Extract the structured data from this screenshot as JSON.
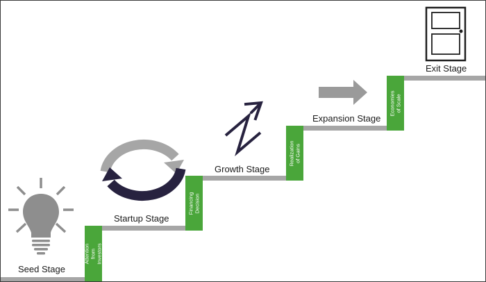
{
  "stages": [
    {
      "id": "seed",
      "label": "Seed Stage"
    },
    {
      "id": "startup",
      "label": "Startup Stage"
    },
    {
      "id": "growth",
      "label": "Growth Stage"
    },
    {
      "id": "expansion",
      "label": "Expansion Stage"
    },
    {
      "id": "exit",
      "label": "Exit Stage"
    }
  ],
  "transitions": [
    {
      "id": "attention",
      "label": "Attention from Investors"
    },
    {
      "id": "financing",
      "label": "Financing Decision"
    },
    {
      "id": "realization",
      "label": "Realization of Gains"
    },
    {
      "id": "economies",
      "label": "Economies of Scale"
    }
  ],
  "icons": {
    "seed": "lightbulb-icon",
    "startup": "cycle-arrows-icon",
    "growth": "zigzag-arrow-icon",
    "expansion": "right-arrow-icon",
    "exit": "door-icon"
  },
  "colors": {
    "step": "#a6a6a6",
    "transition": "#4aa63a",
    "bulb": "#8e8e8e",
    "cycle_light": "#a6a6a6",
    "cycle_dark": "#27223f",
    "zigzag": "#27223f",
    "expansion_arrow": "#9a9a9a",
    "door": "#1e1e1e",
    "text": "#1a1a1a"
  }
}
